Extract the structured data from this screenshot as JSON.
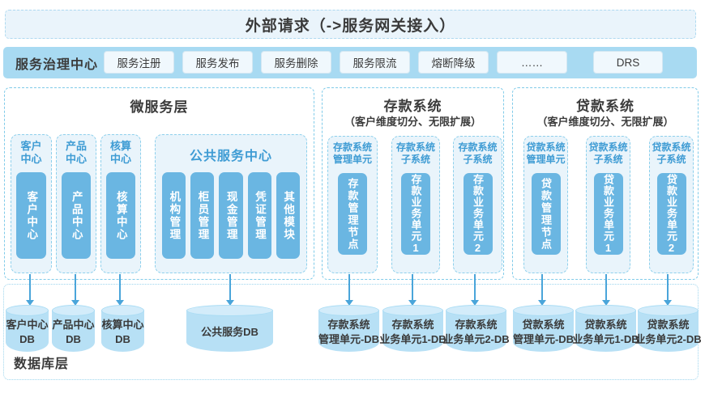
{
  "colors": {
    "bar_blue": "#6ab6e2",
    "column_fill": "#e9f4fb",
    "governance_bar": "#a8daf2",
    "banner_fill": "#eaf4fb",
    "blue_header_text": "#3f9cd4",
    "arrow": "#4aa5da",
    "cylinder_fill": "#b7e0f5",
    "cylinder_top": "#d3ecfa",
    "dark_text": "#3b3b3b",
    "dashed_border": "#80cbe9"
  },
  "banner": {
    "title": "外部请求（->服务网关接入）"
  },
  "governance": {
    "label": "服务治理中心",
    "buttons": [
      "服务注册",
      "服务发布",
      "服务删除",
      "服务限流",
      "熔断降级",
      "……",
      "DRS"
    ]
  },
  "microservice_panel": {
    "title": "微服务层",
    "columns": [
      {
        "header": [
          "客户",
          "中心"
        ],
        "bar": "客户中心"
      },
      {
        "header": [
          "产品",
          "中心"
        ],
        "bar": "产品中心"
      },
      {
        "header": [
          "核算",
          "中心"
        ],
        "bar": "核算中心"
      }
    ],
    "shared_center": {
      "title": "公共服务中心",
      "modules": [
        "机构管理",
        "柜员管理",
        "现金管理",
        "凭证管理",
        "其他模块"
      ]
    }
  },
  "deposit_panel": {
    "title": "存款系统",
    "subtitle": "（客户维度切分、无限扩展）",
    "columns": [
      {
        "header": [
          "存款系统",
          "管理单元"
        ],
        "bar": "存款管理节点"
      },
      {
        "header": [
          "存款系统",
          "子系统"
        ],
        "bar": "存款业务单元1"
      },
      {
        "header": [
          "存款系统",
          "子系统"
        ],
        "bar": "存款业务单元2"
      }
    ]
  },
  "loan_panel": {
    "title": "贷款系统",
    "subtitle": "（客户维度切分、无限扩展）",
    "columns": [
      {
        "header": [
          "贷款系统",
          "管理单元"
        ],
        "bar": "贷款管理节点"
      },
      {
        "header": [
          "贷款系统",
          "子系统"
        ],
        "bar": "贷款业务单元1"
      },
      {
        "header": [
          "贷款系统",
          "子系统"
        ],
        "bar": "贷款业务单元2"
      }
    ]
  },
  "database_layer": {
    "label": "数据库层",
    "cylinders": [
      {
        "lines": [
          "客户中心",
          "DB"
        ]
      },
      {
        "lines": [
          "产品中心",
          "DB"
        ]
      },
      {
        "lines": [
          "核算中心",
          "DB"
        ]
      },
      {
        "lines": [
          "公共服务DB"
        ]
      },
      {
        "lines": [
          "存款系统",
          "管理单元-DB"
        ]
      },
      {
        "lines": [
          "存款系统",
          "业务单元1-DB"
        ]
      },
      {
        "lines": [
          "存款系统",
          "业务单元2-DB"
        ]
      },
      {
        "lines": [
          "贷款系统",
          "管理单元-DB"
        ]
      },
      {
        "lines": [
          "贷款系统",
          "业务单元1-DB"
        ]
      },
      {
        "lines": [
          "贷款系统",
          "业务单元2-DB"
        ]
      }
    ]
  }
}
